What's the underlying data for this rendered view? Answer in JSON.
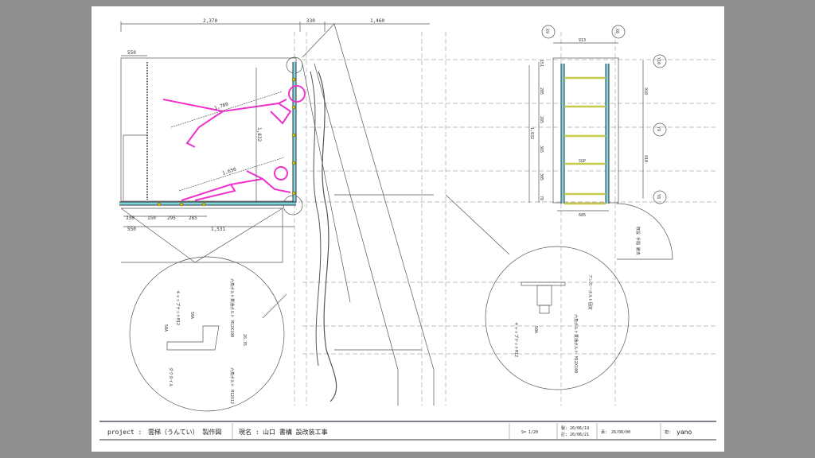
{
  "title_block": {
    "project_label": "project :",
    "project_name": "雲梯（うんてい） 製作図",
    "site_label": "現名 :",
    "site_name": "山口 書構 設改装工事",
    "scale": "S= 1/20",
    "date1_label": "製:",
    "date1": "26/06/19",
    "date2_label": "訂:",
    "date2": "26/06/21",
    "date3_label": "承:",
    "date3": "26/00/00",
    "author_label": "担:",
    "author": "yano"
  },
  "side_view": {
    "dims_top": [
      "2,370",
      "330",
      "1,460"
    ],
    "dim_550_top": "550",
    "dims_bottom": [
      "330",
      "150",
      "295",
      "285"
    ],
    "dims_bottom2": [
      "550",
      "1,531"
    ],
    "height": "1,832",
    "figure_upper": "1,780",
    "figure_lower": "1,650"
  },
  "plan_view": {
    "grid_labels": [
      "X9",
      "X8",
      "Y10",
      "Y9",
      "Y8"
    ],
    "width_top": "913",
    "width_bottom": "685",
    "left_dims": [
      "151",
      "285",
      "285",
      "365",
      "305",
      "78"
    ],
    "left_total": "1,832",
    "right_dims": [
      "910",
      "910"
    ],
    "rung_note": "SGP",
    "note": "既設 手摺 撤去"
  },
  "detail_left": {
    "labels": [
      "キャップナットM12",
      "50A",
      "50A",
      "ダクタイル",
      "六角ボルト貫通ボルト M12X100",
      "26.35",
      "六角ボルト M12X12"
    ]
  },
  "detail_right": {
    "labels": [
      "アンカーボルト固定",
      "六角ボルト貫通ボルト M12X100",
      "50A",
      "キャップナットM12"
    ]
  },
  "colors": {
    "pipe": "#7fd6e0",
    "figure": "#ee33cc",
    "rung": "#c8c84a",
    "background": "#8e8e8e"
  }
}
